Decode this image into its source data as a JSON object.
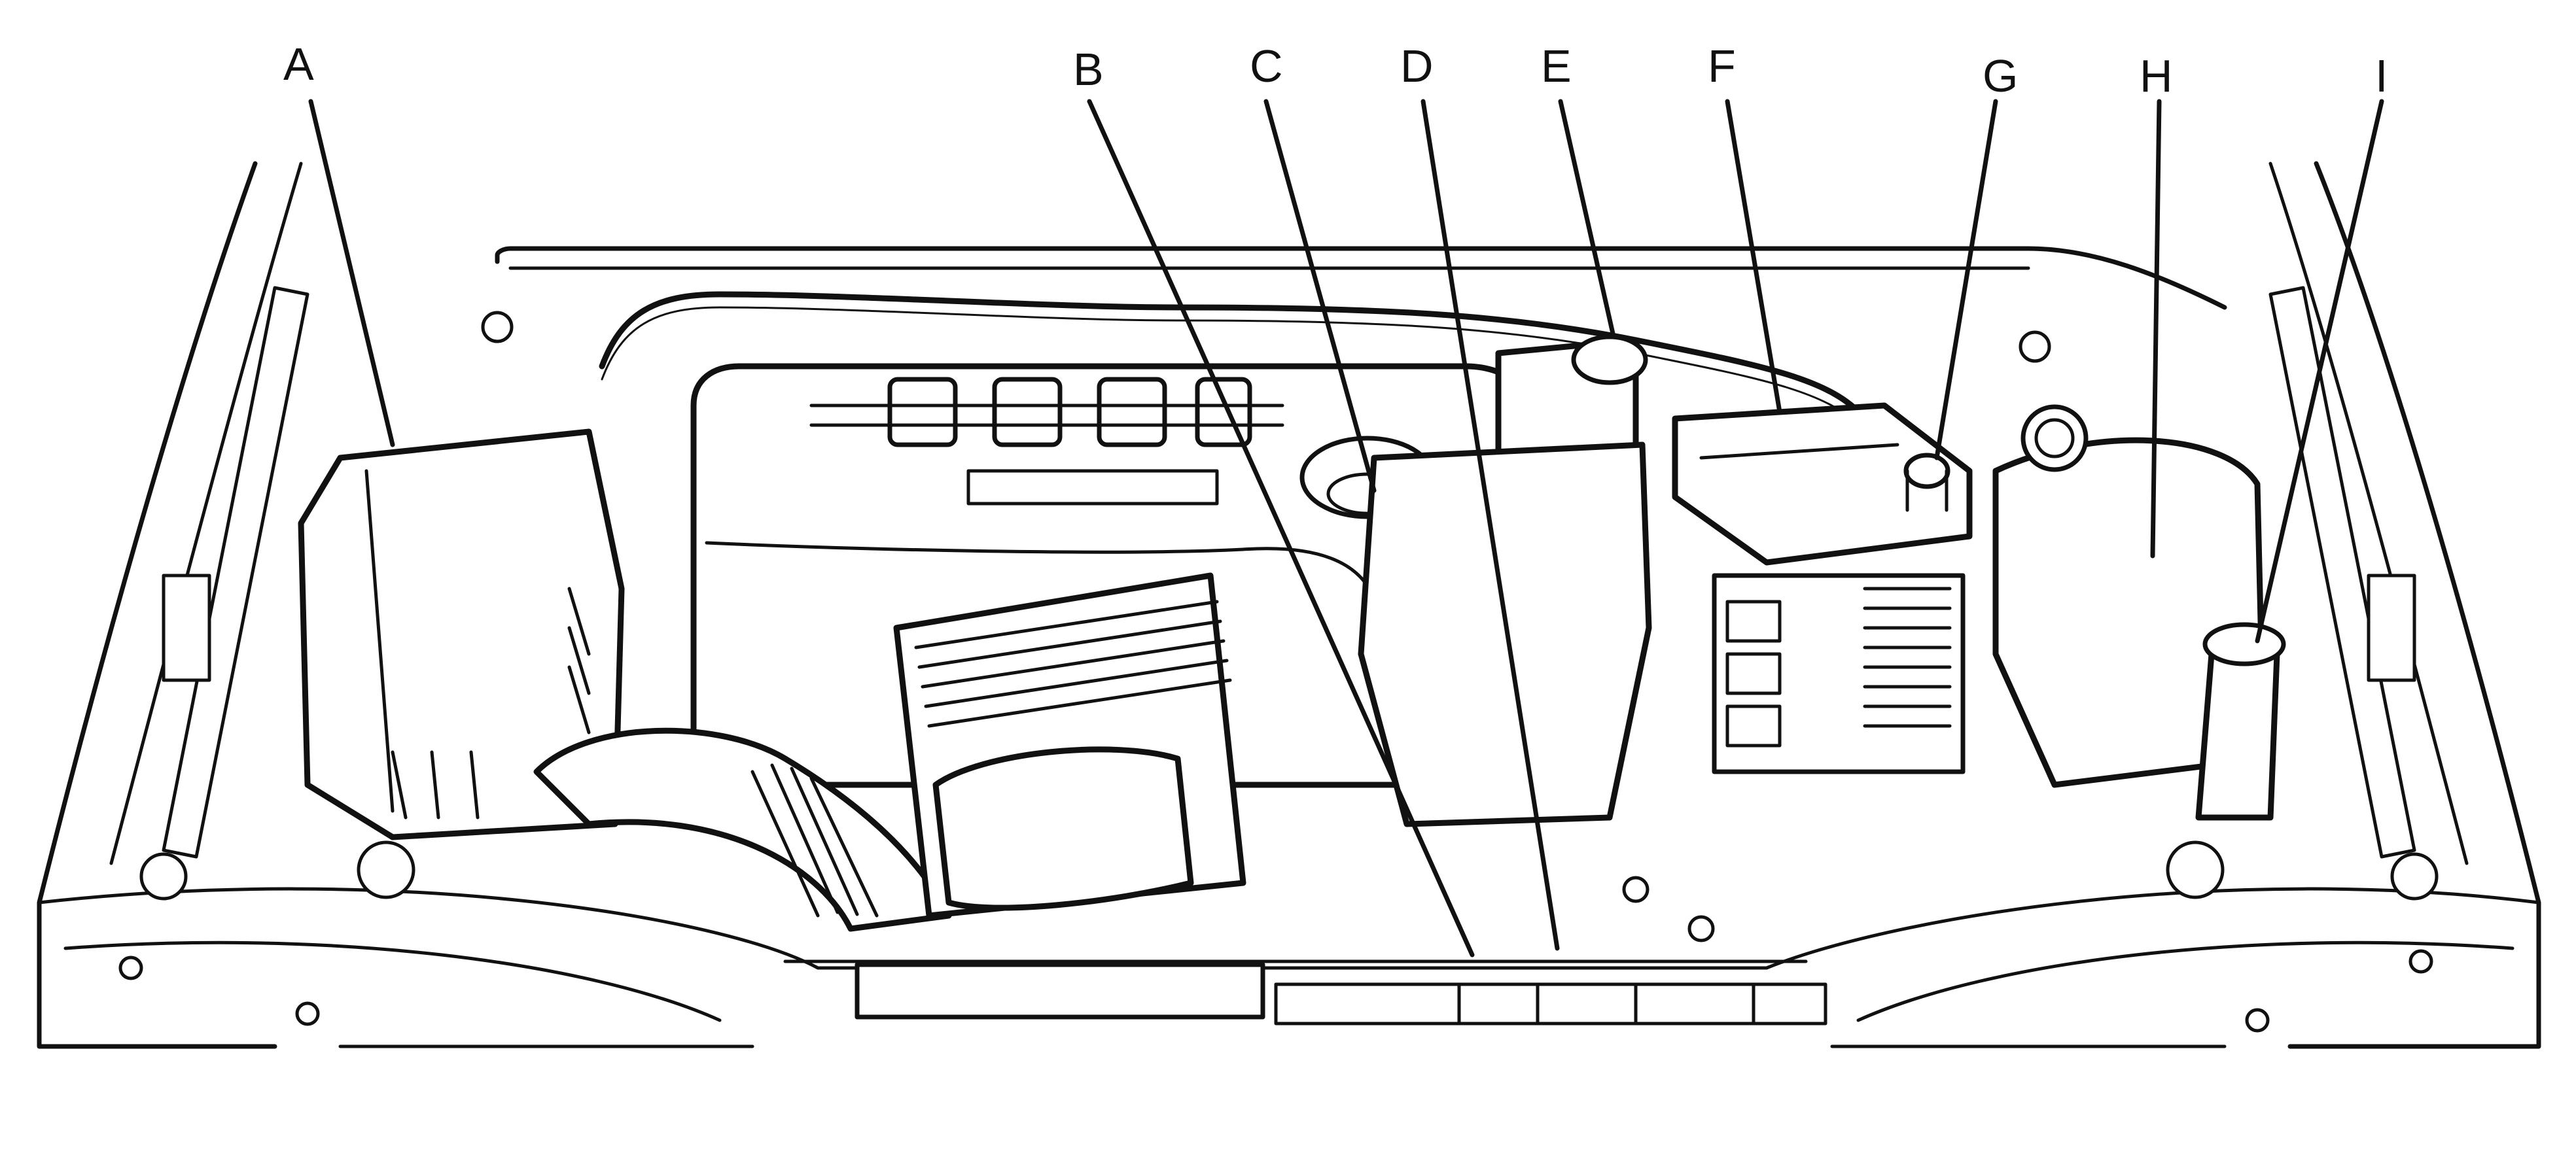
{
  "diagram": {
    "callouts": [
      {
        "letter": "A"
      },
      {
        "letter": "B"
      },
      {
        "letter": "C"
      },
      {
        "letter": "D"
      },
      {
        "letter": "E"
      },
      {
        "letter": "F"
      },
      {
        "letter": "G"
      },
      {
        "letter": "H"
      },
      {
        "letter": "I"
      }
    ]
  }
}
